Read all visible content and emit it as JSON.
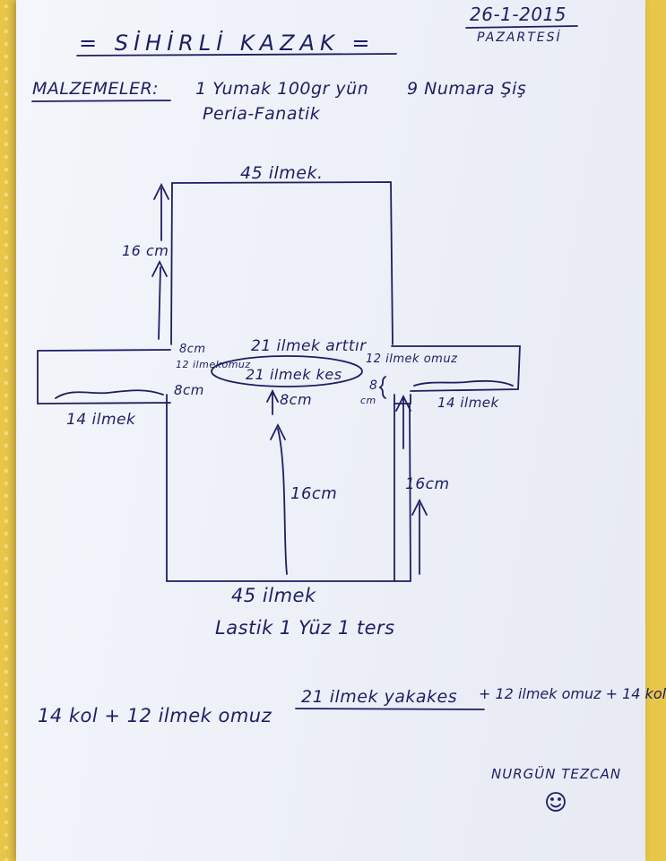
{
  "title": "= SİHİRLİ KAZAK =",
  "date": "26-1-2015",
  "weekday": "PAZARTESİ",
  "materials": {
    "label": "MALZEMELER:",
    "line1": "1 Yumak 100gr yün",
    "needle": "9 Numara Şiş",
    "brand": "Peria-Fanatik"
  },
  "pattern": {
    "top_stitches": "45 ilmek.",
    "left_top_length": "16 cm",
    "left_8cm": "8cm",
    "left_shoulder": "12 ilmekomuz",
    "left_neck_8cm": "8cm",
    "increase": "21 ilmek arttır",
    "cast_off": "21 ilmek kes",
    "right_shoulder": "12 ilmek omuz",
    "right_8": "8",
    "right_cm": "cm",
    "center_8cm": "8cm",
    "left_sleeve": "14 ilmek",
    "right_sleeve": "14 ilmek",
    "center_length": "16cm",
    "right_length": "16cm",
    "bottom_stitches": "45 ilmek",
    "rib": "Lastik 1 Yüz 1 ters"
  },
  "formula": {
    "part1": "14 kol + 12 ilmek omuz",
    "part2": "21 ilmek yakakes",
    "part3": "+ 12 ilmek omuz + 14 kol"
  },
  "signature": "NURGÜN TEZCAN",
  "smiley_icon": "smiley-face-icon",
  "colors": {
    "ink": "#1c1f63",
    "paper": "#eef1f8",
    "tablecloth": "#e8c64a"
  }
}
